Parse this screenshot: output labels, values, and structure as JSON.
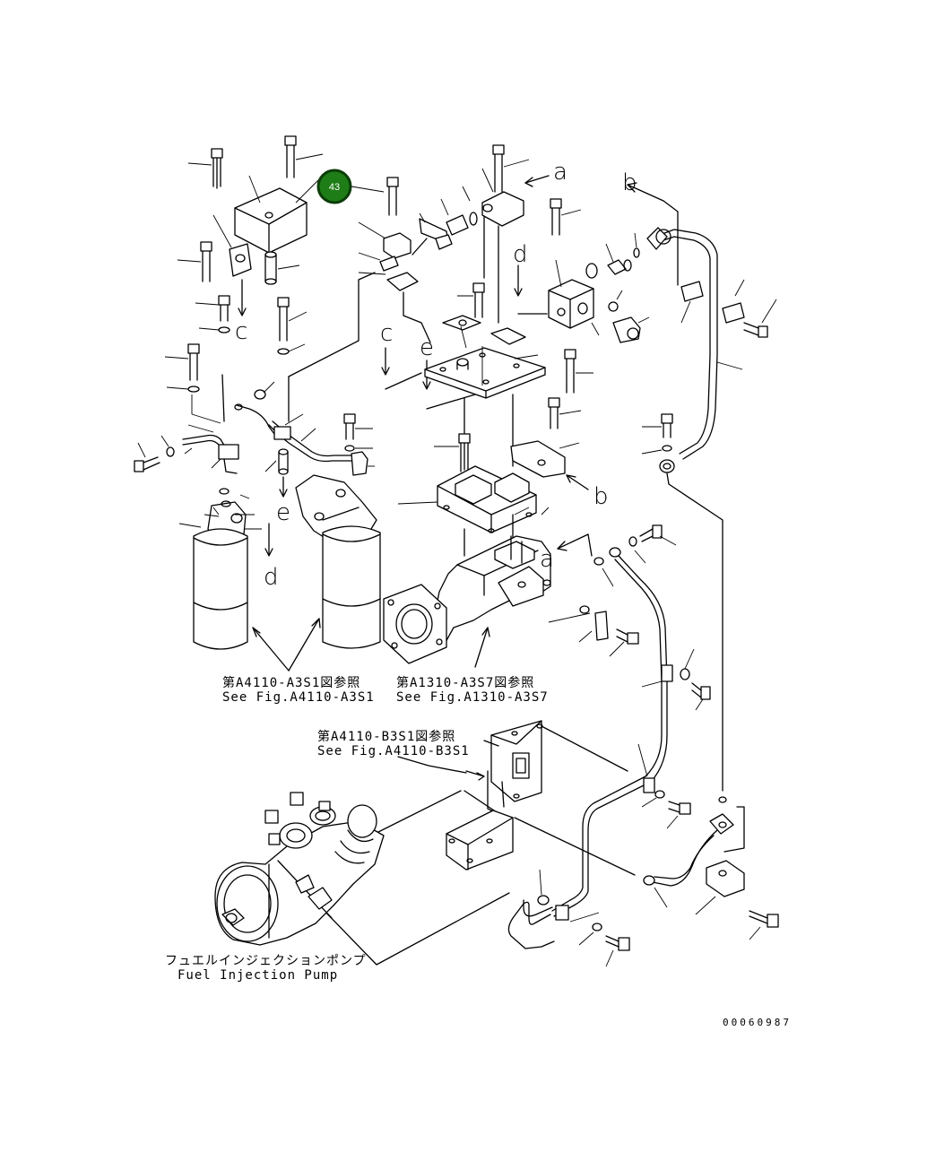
{
  "callout": {
    "number": "43",
    "fill": "#1e7d16",
    "stroke": "#0b3d08"
  },
  "references": {
    "filter_ja": "第A4110-A3S1図参照",
    "filter_en": "See Fig.A4110-A3S1",
    "manifold_ja": "第A1310-A3S7図参照",
    "manifold_en": "See Fig.A1310-A3S7",
    "bracket_ja": "第A4110-B3S1図参照",
    "bracket_en": "See Fig.A4110-B3S1"
  },
  "pump": {
    "label_ja": "フュエルインジェクションポンプ",
    "label_en": "Fuel Injection Pump"
  },
  "connection_letters": {
    "a_top": "a",
    "b_top": "b",
    "c_upper": "c",
    "c_left": "c",
    "d_upper": "d",
    "d_lower": "d",
    "e_upper": "e",
    "e_lower": "e",
    "b_mid": "b",
    "a_mid": "a"
  },
  "drawing_number": "00060987"
}
